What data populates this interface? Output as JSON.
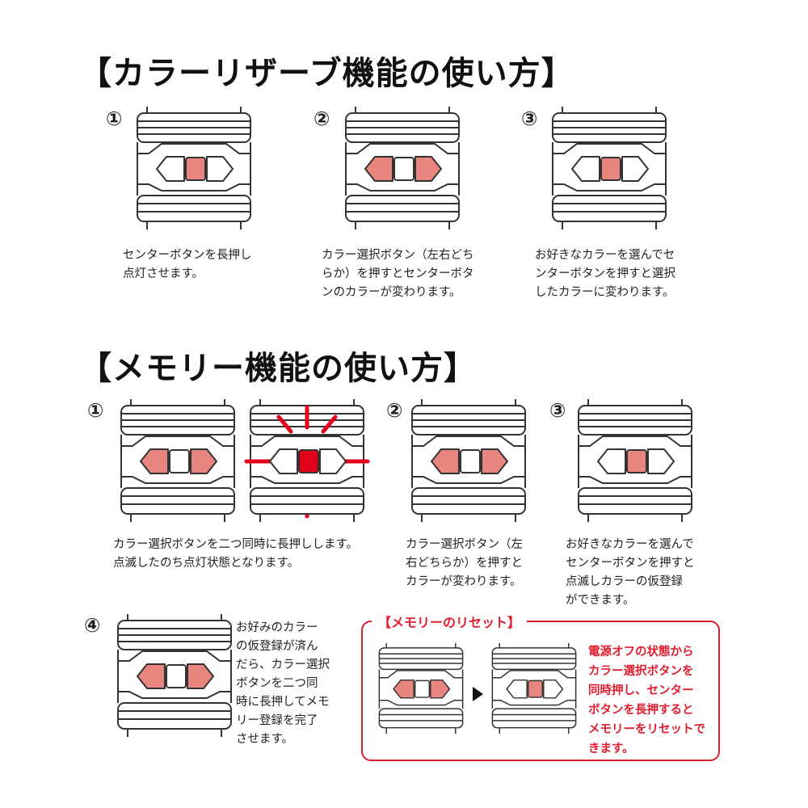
{
  "section1": {
    "title": "【カラーリザーブ機能の使い方】",
    "steps": [
      {
        "num": "①",
        "lines": [
          "センターボタンを長押し",
          "点灯させます。"
        ]
      },
      {
        "num": "②",
        "lines": [
          "カラー選択ボタン（左右どち",
          "らか）を押すとセンターボタ",
          "ンのカラーが変わります。"
        ]
      },
      {
        "num": "③",
        "lines": [
          "お好きなカラーを選んでセ",
          "ンターボタンを押すと選択",
          "したカラーに変わります。"
        ]
      }
    ]
  },
  "section2": {
    "title": "【メモリー機能の使い方】",
    "steps": [
      {
        "num": "①",
        "lines": [
          "カラー選択ボタンを二つ同時に長押しします。",
          "点滅したのち点灯状態となります。"
        ]
      },
      {
        "num": "②",
        "lines": [
          "カラー選択ボタン（左",
          "右どちらか）を押すと",
          "カラーが変わります。"
        ]
      },
      {
        "num": "③",
        "lines": [
          "お好きなカラーを選んで",
          "センターボタンを押すと",
          "点滅しカラーの仮登録",
          "ができます。"
        ]
      },
      {
        "num": "④",
        "lines": [
          "お好みのカラー",
          "の仮登録が済ん",
          "だら、カラー選択",
          "ボタンを二つ同",
          "時に長押してメモ",
          "リー登録を完了",
          "させます。"
        ]
      }
    ]
  },
  "reset": {
    "title": "【メモリーのリセット】",
    "lines": [
      "電源オフの状態から",
      "カラー選択ボタンを",
      "同時押し、センター",
      "ボタンを長押すると",
      "メモリーをリセットで",
      "きます。"
    ]
  },
  "colors": {
    "pink": "#e8857f",
    "red": "#e0001b",
    "white": "#ffffff",
    "outline": "#333333",
    "accent_red_text": "#e11d2e"
  },
  "device_states": [
    {
      "id": "s1-1",
      "left": "white",
      "center": "pink",
      "right": "white"
    },
    {
      "id": "s1-2",
      "left": "pink",
      "center": "white",
      "right": "pink"
    },
    {
      "id": "s1-3",
      "left": "white",
      "center": "pink",
      "right": "white"
    },
    {
      "id": "s2-1a",
      "left": "pink",
      "center": "white",
      "right": "pink"
    },
    {
      "id": "s2-1b",
      "left": "white",
      "center": "red",
      "right": "white",
      "flash": true
    },
    {
      "id": "s2-2",
      "left": "pink",
      "center": "white",
      "right": "pink"
    },
    {
      "id": "s2-3",
      "left": "white",
      "center": "pink",
      "right": "white"
    },
    {
      "id": "s2-4",
      "left": "pink",
      "center": "white",
      "right": "pink"
    },
    {
      "id": "r-1",
      "left": "pink",
      "center": "white",
      "right": "pink"
    },
    {
      "id": "r-2",
      "left": "white",
      "center": "pink",
      "right": "white"
    }
  ]
}
